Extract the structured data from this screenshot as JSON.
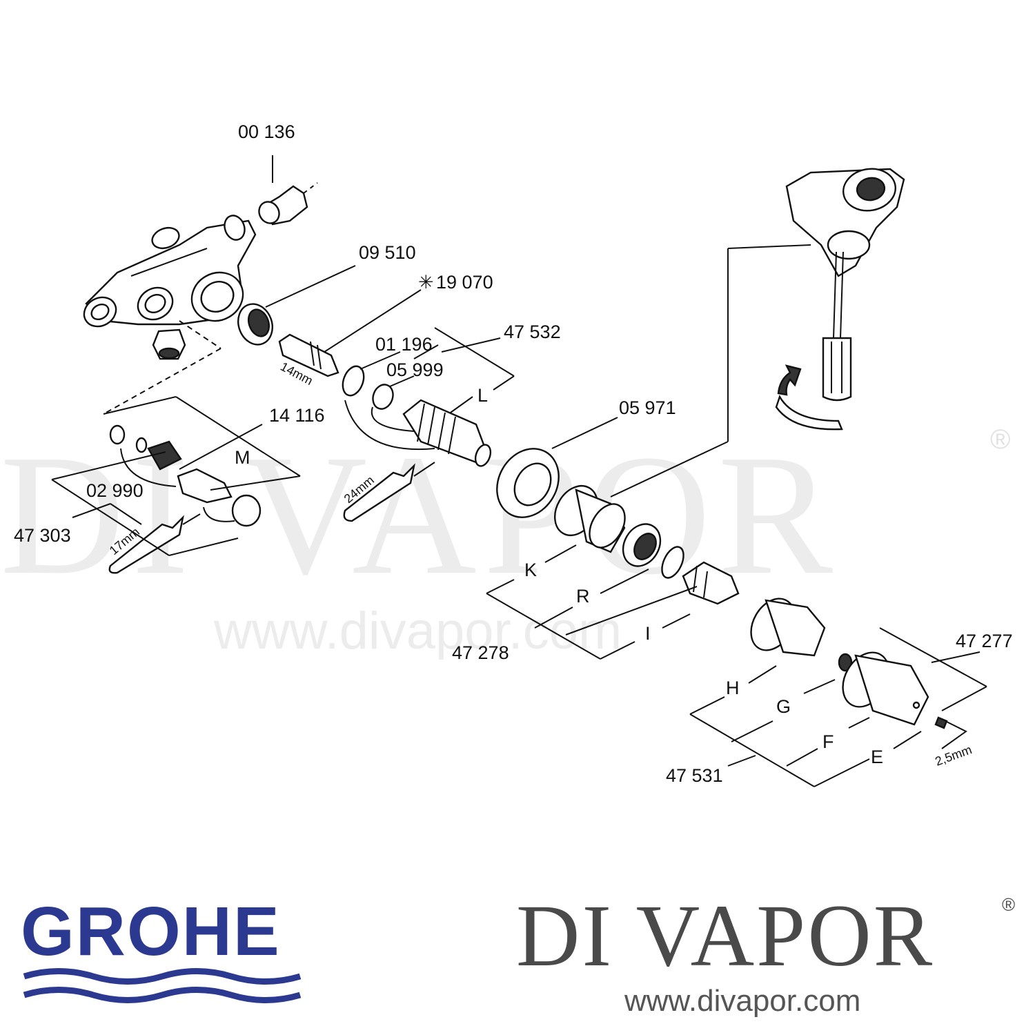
{
  "parts": {
    "p00136": "00 136",
    "p09510": "09 510",
    "p19070": "19 070",
    "p19070_mark": "✳",
    "p01196": "01 196",
    "p47532": "47 532",
    "p05999": "05 999",
    "pL": "L",
    "p05971": "05 971",
    "p14116": "14 116",
    "pM": "M",
    "p02990": "02 990",
    "p47303": "47 303",
    "pK": "K",
    "pR": "R",
    "pI": "I",
    "p47278": "47 278",
    "pH": "H",
    "pG": "G",
    "pF": "F",
    "pE": "E",
    "p47277": "47 277",
    "p47531": "47 531"
  },
  "tools": {
    "spanner14": "14mm",
    "spanner24": "24mm",
    "spanner17": "17mm",
    "hexkey": "2,5mm"
  },
  "watermark": {
    "name": "DI VAPOR",
    "reg": "®",
    "url": "www.divapor.com"
  },
  "footer": {
    "grohe": "GROHE",
    "brand": "DI VAPOR",
    "brand_reg": "®",
    "url": "www.divapor.com"
  },
  "colors": {
    "grohe_blue": "#2b3990",
    "brand_grey": "#4a4a4a"
  }
}
